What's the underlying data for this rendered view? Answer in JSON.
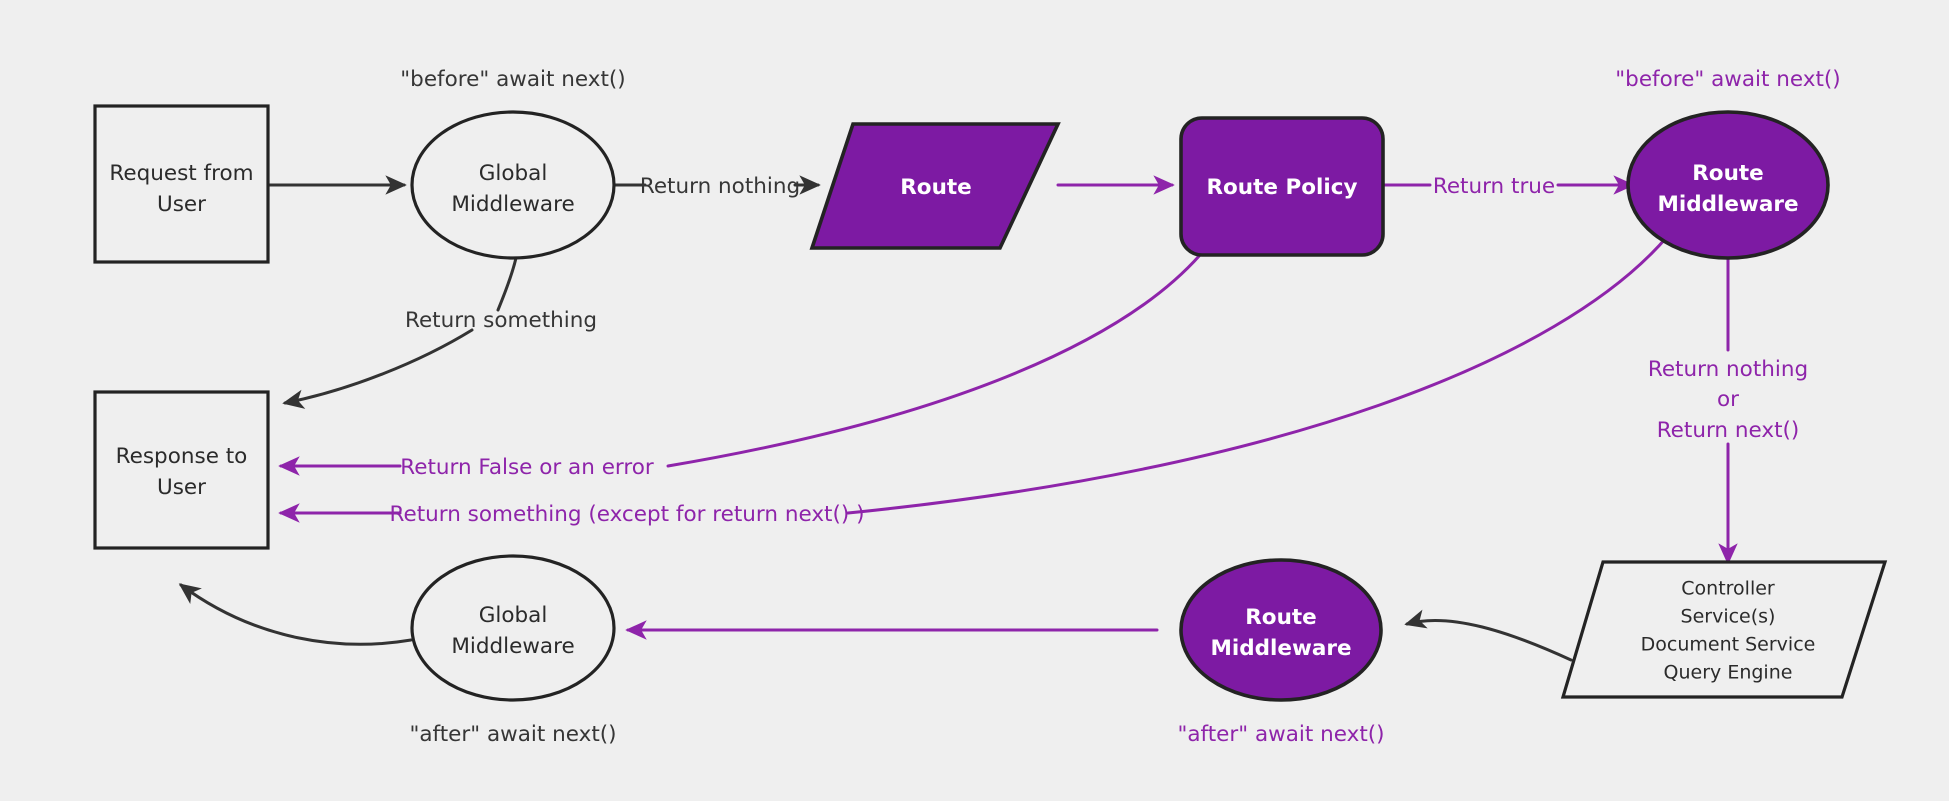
{
  "diagram": {
    "title": "Middleware request lifecycle flow",
    "background_color": "#efefef",
    "accent_purple": "#7d1aa3",
    "line_purple": "#8e24aa",
    "line_dark": "#333333"
  },
  "nodes": {
    "request": {
      "line1": "Request from",
      "line2": "User",
      "shape": "rectangle",
      "style": "light"
    },
    "global_middleware_top": {
      "line1": "Global",
      "line2": "Middleware",
      "shape": "ellipse",
      "style": "light"
    },
    "route": {
      "line1": "Route",
      "shape": "parallelogram",
      "style": "purple"
    },
    "route_policy": {
      "line1": "Route Policy",
      "shape": "rounded-rectangle",
      "style": "purple"
    },
    "route_middleware_top": {
      "line1": "Route",
      "line2": "Middleware",
      "shape": "ellipse",
      "style": "purple"
    },
    "controller": {
      "line1": "Controller",
      "line2": "Service(s)",
      "line3": "Document Service",
      "line4": "Query Engine",
      "shape": "parallelogram",
      "style": "light"
    },
    "route_middleware_bottom": {
      "line1": "Route",
      "line2": "Middleware",
      "shape": "ellipse",
      "style": "purple"
    },
    "global_middleware_bottom": {
      "line1": "Global",
      "line2": "Middleware",
      "shape": "ellipse",
      "style": "light"
    },
    "response": {
      "line1": "Response to",
      "line2": "User",
      "shape": "rectangle",
      "style": "light"
    }
  },
  "annotations": {
    "before_await_next_global": {
      "text": "\"before\" await next()",
      "color": "dark"
    },
    "before_await_next_route": {
      "text": "\"before\" await next()",
      "color": "purple"
    },
    "after_await_next_global": {
      "text": "\"after\" await next()",
      "color": "dark"
    },
    "after_await_next_route": {
      "text": "\"after\" await next()",
      "color": "purple"
    }
  },
  "edge_labels": {
    "return_nothing_top": {
      "text": "Return nothing",
      "color": "dark"
    },
    "return_something_top": {
      "text": "Return something",
      "color": "dark"
    },
    "return_true": {
      "text": "Return true",
      "color": "purple"
    },
    "return_false_or_error": {
      "text": "Return False or an error",
      "color": "purple"
    },
    "return_something_except_next": {
      "text": "Return something (except for return next() )",
      "color": "purple"
    },
    "return_nothing_or_next_1": {
      "text": "Return nothing",
      "color": "purple"
    },
    "return_nothing_or_next_2": {
      "text": "or",
      "color": "purple"
    },
    "return_nothing_or_next_3": {
      "text": "Return next()",
      "color": "purple"
    }
  }
}
